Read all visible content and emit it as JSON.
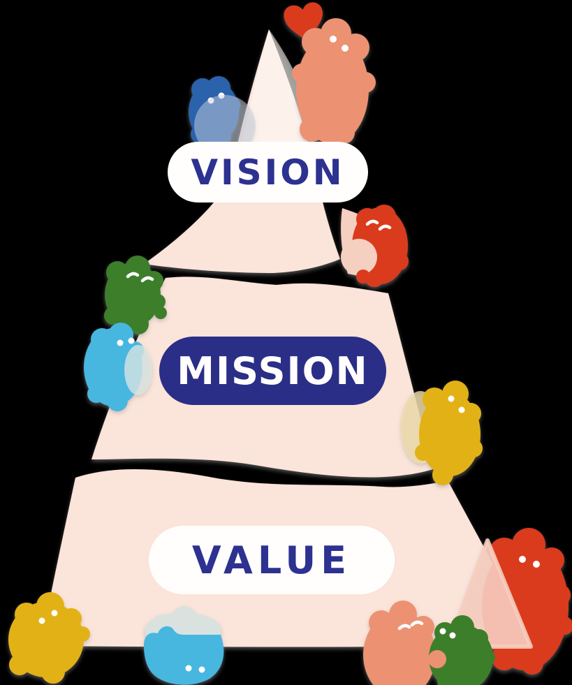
{
  "diagram": {
    "title": "vision-mission-value-pyramid",
    "levels": [
      {
        "id": "vision",
        "label": "VISION"
      },
      {
        "id": "mission",
        "label": "MISSION"
      },
      {
        "id": "value",
        "label": "VALUE"
      }
    ],
    "characters": [
      {
        "name": "heart-icon",
        "color_ref": "red"
      },
      {
        "name": "top-salmon-character",
        "color_ref": "salmon"
      },
      {
        "name": "top-blue-character",
        "color_ref": "blue"
      },
      {
        "name": "vision-red-character",
        "color_ref": "red"
      },
      {
        "name": "left-green-character",
        "color_ref": "green"
      },
      {
        "name": "left-cyan-character",
        "color_ref": "cyan"
      },
      {
        "name": "right-yellow-character",
        "color_ref": "yellow"
      },
      {
        "name": "bottom-left-yellow-character",
        "color_ref": "yellow"
      },
      {
        "name": "bottom-cyan-character",
        "color_ref": "cyan"
      },
      {
        "name": "bottom-salmon-character",
        "color_ref": "salmon"
      },
      {
        "name": "bottom-green-character",
        "color_ref": "green"
      },
      {
        "name": "bottom-right-red-character",
        "color_ref": "red"
      }
    ]
  },
  "colors": {
    "background": "#000000",
    "pyramid": "#fbe4d9",
    "pyramid_highlight": "rgba(255,253,250,0.55)",
    "wedge": "#f5cfc0",
    "triangle_overlay": "rgba(246,206,192,0.9)",
    "navy": "#2b2e87",
    "text_navy": "#2d3190",
    "white": "#fffefd",
    "red": "#da3b1e",
    "salmon": "#ec9273",
    "blue": "#2b62ab",
    "green": "#3e7e2b",
    "cyan": "#47b7e0",
    "yellow": "#e2b118",
    "gray_blob": "#d9e2df",
    "translucent_gray_blue": "rgba(199,207,221,0.5)",
    "translucent_pale": "rgba(219,229,227,0.78)",
    "translucent_pale_yellow": "rgba(240,220,170,0.8)"
  }
}
